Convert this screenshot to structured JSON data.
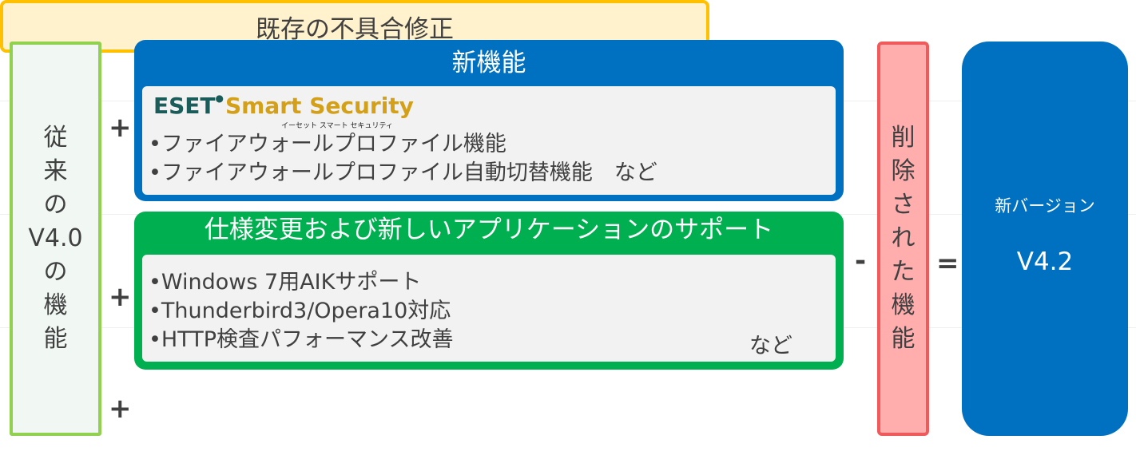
{
  "old_features": {
    "lines": [
      "従",
      "来",
      "の",
      "V4.0",
      "の",
      "機",
      "能"
    ]
  },
  "operators": {
    "plus": "+",
    "minus": "-",
    "equals": "="
  },
  "new_features": {
    "title": "新機能",
    "logo": {
      "brand": "ESET",
      "product": "Smart Security",
      "ruby": "イーセット スマート セキュリティ"
    },
    "items": [
      "•ファイアウォールプロファイル機能",
      "•ファイアウォールプロファイル自動切替機能　など"
    ]
  },
  "spec_changes": {
    "title": "仕様変更および新しいアプリケーションのサポート",
    "items": [
      "•Windows 7用AIKサポート",
      "•Thunderbird3/Opera10対応",
      "•HTTP検査パフォーマンス改善"
    ],
    "etc": "など"
  },
  "bug_fixes": {
    "title": "既存の不具合修正"
  },
  "removed_features": {
    "lines": [
      "削",
      "除",
      "さ",
      "れ",
      "た",
      "機",
      "能"
    ]
  },
  "new_version": {
    "label": "新バージョン",
    "version": "V4.2"
  },
  "colors": {
    "old_border": "#92d050",
    "new_features": "#0070c0",
    "spec_changes": "#00b050",
    "bug_fix_border": "#ffc000",
    "bug_fix_fill": "#fff2cc",
    "removed_fill": "#ffadad",
    "removed_border": "#f05a5a",
    "new_version": "#0070c0"
  }
}
